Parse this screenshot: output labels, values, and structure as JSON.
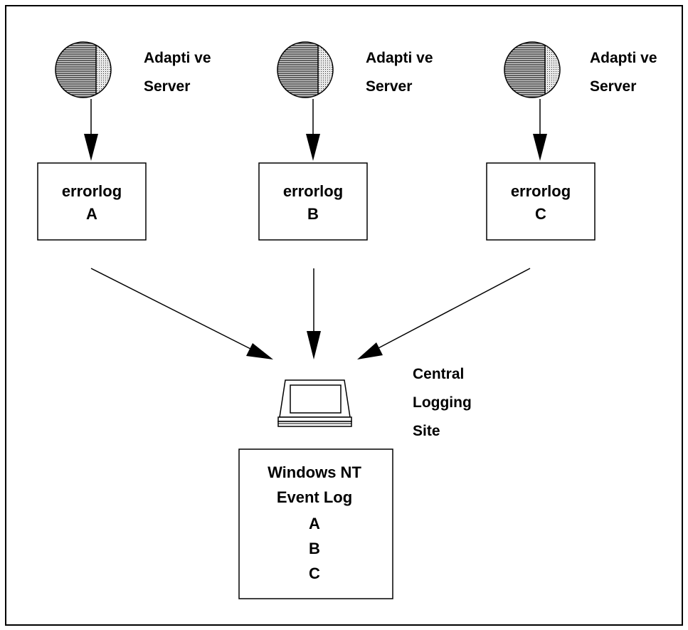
{
  "servers": [
    {
      "line1": "Adapti ve",
      "line2": "Server"
    },
    {
      "line1": "Adapti ve",
      "line2": "Server"
    },
    {
      "line1": "Adapti ve",
      "line2": "Server"
    }
  ],
  "errorlogs": [
    {
      "title": "errorlog",
      "id": "A"
    },
    {
      "title": "errorlog",
      "id": "B"
    },
    {
      "title": "errorlog",
      "id": "C"
    }
  ],
  "central_site": {
    "line1": "Central",
    "line2": "Logging",
    "line3": "Site"
  },
  "event_log": {
    "line1": "Windows NT",
    "line2": "Event Log",
    "entries": [
      "A",
      "B",
      "C"
    ]
  }
}
